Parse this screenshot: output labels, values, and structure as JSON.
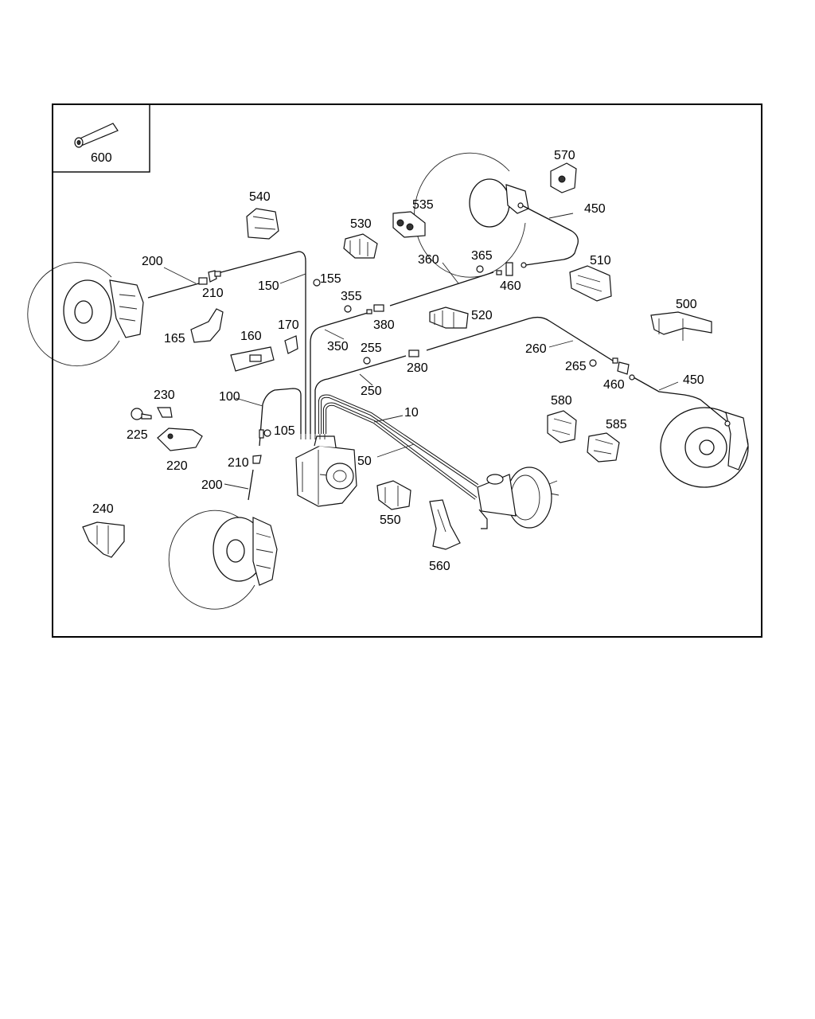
{
  "parts": {
    "p600": "600",
    "p570": "570",
    "p540": "540",
    "p535": "535",
    "p530": "530",
    "p450a": "450",
    "p450b": "450",
    "p510": "510",
    "p500": "500",
    "p200a": "200",
    "p200b": "200",
    "p210a": "210",
    "p210b": "210",
    "p150": "150",
    "p155": "155",
    "p165": "165",
    "p160": "160",
    "p170": "170",
    "p360": "360",
    "p365": "365",
    "p460a": "460",
    "p460b": "460",
    "p355": "355",
    "p380": "380",
    "p350": "350",
    "p520": "520",
    "p255": "255",
    "p280": "280",
    "p250": "250",
    "p260": "260",
    "p265": "265",
    "p230": "230",
    "p225": "225",
    "p220": "220",
    "p100": "100",
    "p105": "105",
    "p10": "10",
    "p50": "50",
    "p580": "580",
    "p585": "585",
    "p240": "240",
    "p550": "550",
    "p560": "560"
  }
}
